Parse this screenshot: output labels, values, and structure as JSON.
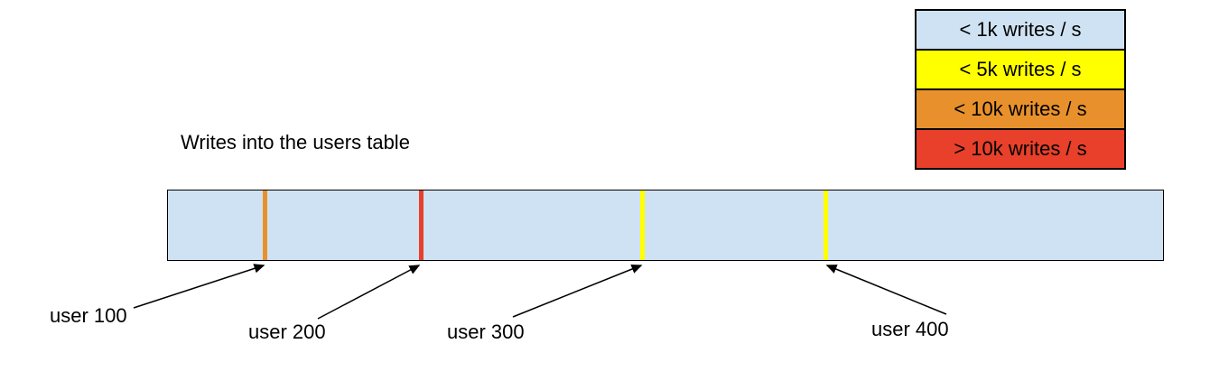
{
  "title": "Writes into the users table",
  "legend": {
    "items": [
      {
        "label": "< 1k writes / s",
        "color": "#cfe2f3"
      },
      {
        "label": "< 5k writes / s",
        "color": "#ffff00"
      },
      {
        "label": "< 10k writes / s",
        "color": "#e8912c"
      },
      {
        "label": "> 10k writes / s",
        "color": "#e8402a"
      }
    ]
  },
  "bar": {
    "fill": "#cfe2f3",
    "markers": [
      {
        "user": "user 100",
        "color": "#e8912c",
        "position_pct": 9.5
      },
      {
        "user": "user 200",
        "color": "#e8402a",
        "position_pct": 25.2
      },
      {
        "user": "user 300",
        "color": "#ffff00",
        "position_pct": 47.5
      },
      {
        "user": "user 400",
        "color": "#ffff00",
        "position_pct": 65.9
      }
    ]
  }
}
